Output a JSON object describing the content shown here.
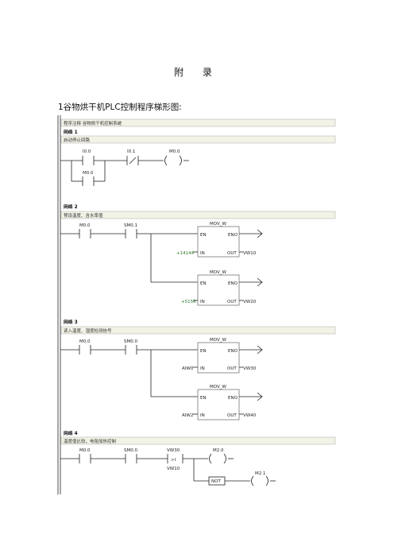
{
  "page": {
    "title": "附 录",
    "heading": "1谷物烘干机PLC控制程序梯形图:"
  },
  "program": {
    "comment": "程序注释 谷物烘干机控制系统",
    "networks": [
      {
        "label": "网络 1",
        "comment": "启动停止回路",
        "contacts": [
          {
            "name": "I0.0",
            "type": "NO"
          },
          {
            "name": "I0.1",
            "type": "NC",
            "glyph": "/"
          },
          {
            "name": "M0.0",
            "type": "NO",
            "role": "parallel"
          }
        ],
        "coil": "M0.0"
      },
      {
        "label": "网络 2",
        "comment": "预设温度、含水率值",
        "contacts": [
          "M0.0",
          "SM0.1"
        ],
        "blocks": [
          {
            "name": "MOV_W",
            "en": "EN",
            "eno": "ENO",
            "in_label": "IN",
            "out_label": "OUT",
            "in": "+14144",
            "out": "VW10"
          },
          {
            "name": "MOV_W",
            "en": "EN",
            "eno": "ENO",
            "in_label": "IN",
            "out_label": "OUT",
            "in": "+5156",
            "out": "VW20"
          }
        ]
      },
      {
        "label": "网络 3",
        "comment": "读入温度、湿度检测信号",
        "contacts": [
          "M0.0",
          "SM0.0"
        ],
        "blocks": [
          {
            "name": "MOV_W",
            "en": "EN",
            "eno": "ENO",
            "in_label": "IN",
            "out_label": "OUT",
            "in": "AIW0",
            "out": "VW30"
          },
          {
            "name": "MOV_W",
            "en": "EN",
            "eno": "ENO",
            "in_label": "IN",
            "out_label": "OUT",
            "in": "AIW2",
            "out": "VW40"
          }
        ]
      },
      {
        "label": "网络 4",
        "comment": "温度值比较，电阻加热控制",
        "contacts": [
          "M0.0",
          "SM0.0"
        ],
        "compare": {
          "top": "VW30",
          "op": ">I",
          "bottom": "VW10"
        },
        "coils": [
          "M2.0",
          "M2.1"
        ],
        "not_label": "NOT"
      }
    ]
  }
}
